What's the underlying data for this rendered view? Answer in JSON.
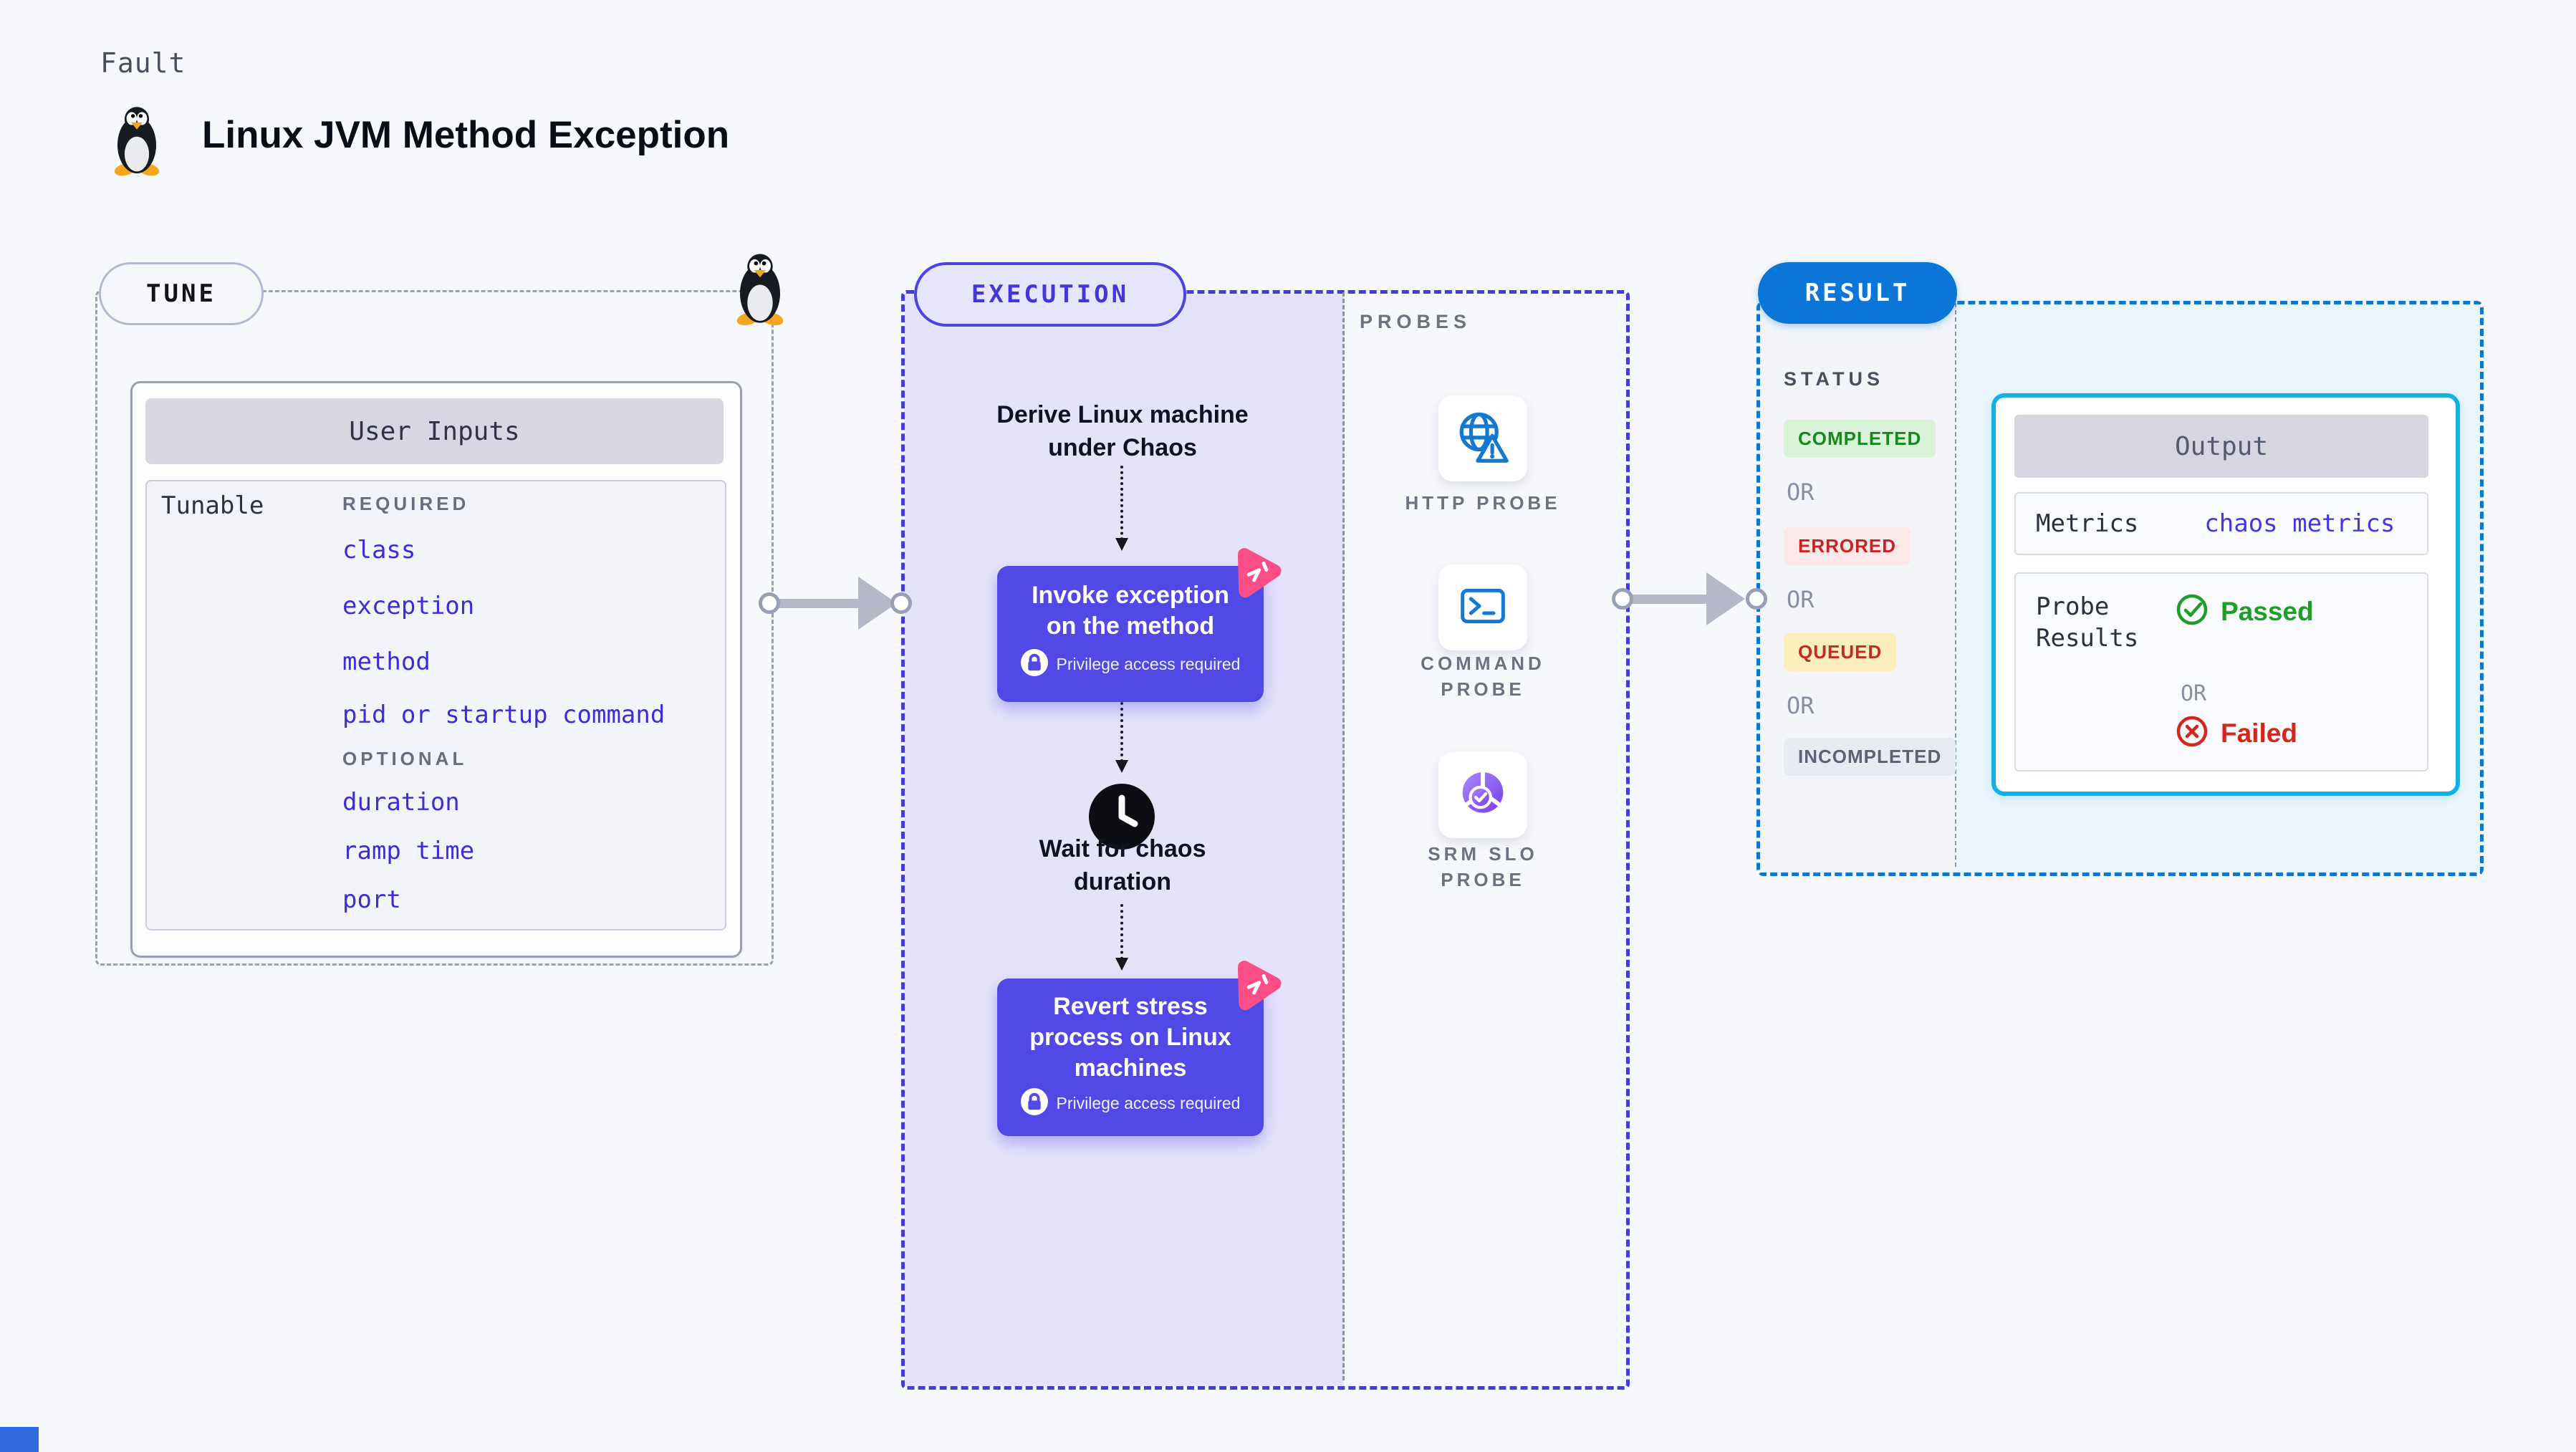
{
  "header": {
    "eyebrow": "Fault",
    "title": "Linux JVM Method Exception"
  },
  "tune": {
    "pill": "TUNE",
    "card_title": "User Inputs",
    "row_label": "Tunable",
    "required_label": "REQUIRED",
    "optional_label": "OPTIONAL",
    "required": [
      "class",
      "exception",
      "method",
      "pid or startup command"
    ],
    "optional": [
      "duration",
      "ramp time",
      "port"
    ]
  },
  "execution": {
    "pill": "EXECUTION",
    "derive_lines": [
      "Derive Linux machine",
      "under Chaos"
    ],
    "invoke_lines": [
      "Invoke exception",
      "on the method"
    ],
    "privilege_note": "Privilege access required",
    "wait_lines": [
      "Wait for chaos",
      "duration"
    ],
    "revert_lines": [
      "Revert stress",
      "process on Linux",
      "machines"
    ]
  },
  "probes": {
    "label": "PROBES",
    "items": [
      {
        "icon": "globe-alert-icon",
        "label_lines": [
          "HTTP PROBE",
          ""
        ]
      },
      {
        "icon": "terminal-icon",
        "label_lines": [
          "COMMAND",
          "PROBE"
        ]
      },
      {
        "icon": "slo-donut-icon",
        "label_lines": [
          "SRM SLO",
          "PROBE"
        ]
      }
    ]
  },
  "result": {
    "pill": "RESULT",
    "status_label": "STATUS",
    "or": "OR",
    "badges": [
      {
        "label": "COMPLETED",
        "bg": "#d9f2da",
        "color": "#178a1d"
      },
      {
        "label": "ERRORED",
        "bg": "#fbe8e8",
        "color": "#ca2222"
      },
      {
        "label": "QUEUED",
        "bg": "#faeebd",
        "color": "#c02b22"
      },
      {
        "label": "INCOMPLETED",
        "bg": "#e9ebf2",
        "color": "#5c6173"
      }
    ],
    "output": {
      "title": "Output",
      "metrics_label": "Metrics",
      "metrics_value": "chaos metrics",
      "probe_label_lines": [
        "Probe",
        "Results"
      ],
      "passed": "Passed",
      "or": "OR",
      "failed": "Failed"
    }
  },
  "colors": {
    "background": "#f7f8fc",
    "tune_dash": "#9aa1ae",
    "execution_accent": "#4c44e0",
    "execution_fill": "#e5e3fa",
    "chaos_button": "#5149e6",
    "chaos_badge_pink": "#fb4d86",
    "result_accent": "#0b76d7",
    "result_fill": "#e9f6fc",
    "output_border": "#13b0e7",
    "link_blue": "#3b2ed8",
    "passed_green": "#1f9d27",
    "failed_red": "#d3261d",
    "probe_icon_blue": "#1478d2",
    "slo_purple": "#7c3aed"
  }
}
